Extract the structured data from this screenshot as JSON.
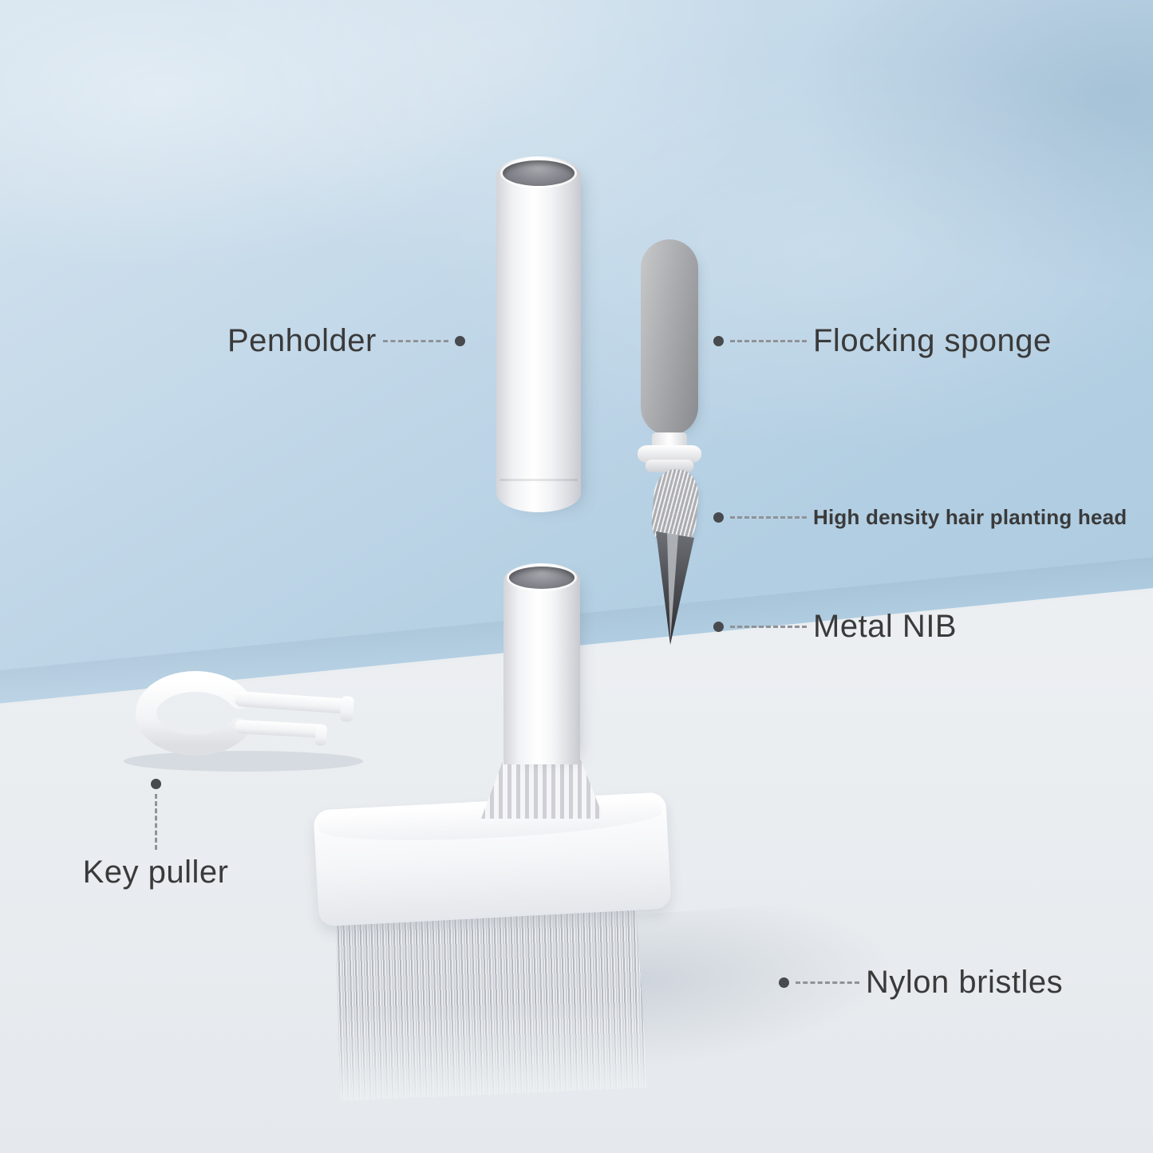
{
  "labels": {
    "penholder": "Penholder",
    "flocking_sponge": "Flocking sponge",
    "hair_planting_head": "High density hair planting head",
    "metal_nib": "Metal NIB",
    "key_puller": "Key puller",
    "nylon_bristles": "Nylon bristles"
  },
  "colors": {
    "label_text": "#3a3a3a",
    "leader_line": "#8f9296",
    "leader_dot": "#474a4e",
    "wall_top": "#d6e4ef",
    "wall_bottom": "#a7c7dd",
    "table_surface": "#eff2f5",
    "product_white": "#f7f8fa",
    "sponge_gray": "#a9aaad",
    "bristle_gray": "#ccd0d5",
    "nib_dark": "#35373b"
  }
}
